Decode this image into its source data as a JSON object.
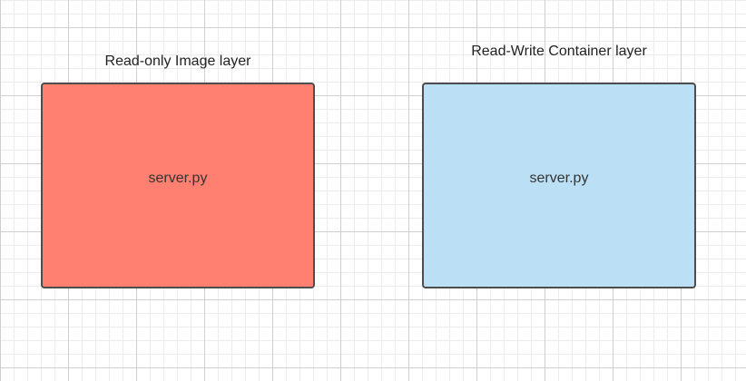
{
  "layers": [
    {
      "label": "Read-only Image layer",
      "content": "server.py",
      "fill": "#ff8070"
    },
    {
      "label": "Read-Write Container layer",
      "content": "server.py",
      "fill": "#bbe0f6"
    }
  ]
}
